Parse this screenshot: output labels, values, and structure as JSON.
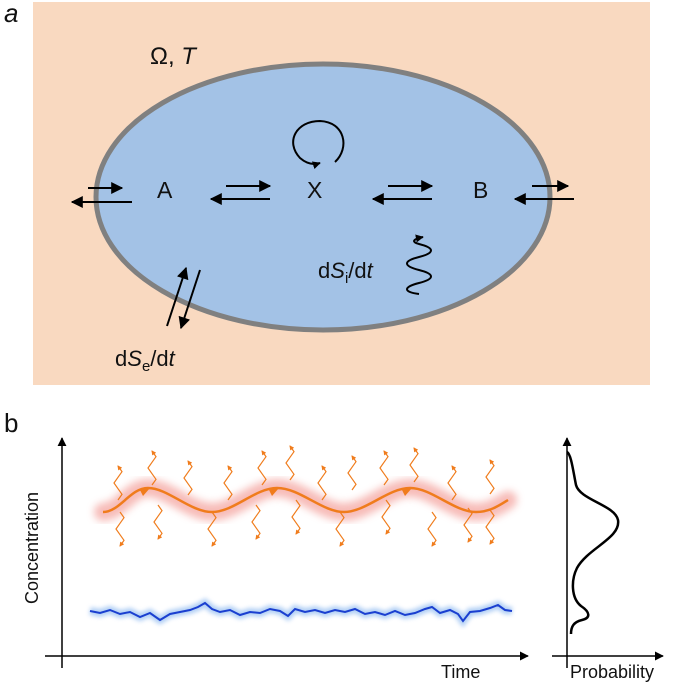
{
  "panel_a": {
    "label": "a",
    "environment": {
      "symbol": "Ω, ",
      "temp": "T"
    },
    "species": {
      "a": "A",
      "x": "X",
      "b": "B"
    },
    "internal_entropy": {
      "d1": "d",
      "s": "S",
      "sub": "i",
      "slash": "/d",
      "t": "t"
    },
    "external_entropy": {
      "d1": "d",
      "s": "S",
      "sub": "e",
      "slash": "/d",
      "t": "t"
    },
    "colors": {
      "background": "#f9d9c0",
      "cell": "#a3c2e6",
      "membrane": "#808080"
    }
  },
  "panel_b": {
    "label": "b",
    "ylabel": "Concentration",
    "xlabel": "Time",
    "side_xlabel": "Probability",
    "colors": {
      "oscillator": "#f07c1c",
      "steady": "#1a3fd0"
    }
  }
}
